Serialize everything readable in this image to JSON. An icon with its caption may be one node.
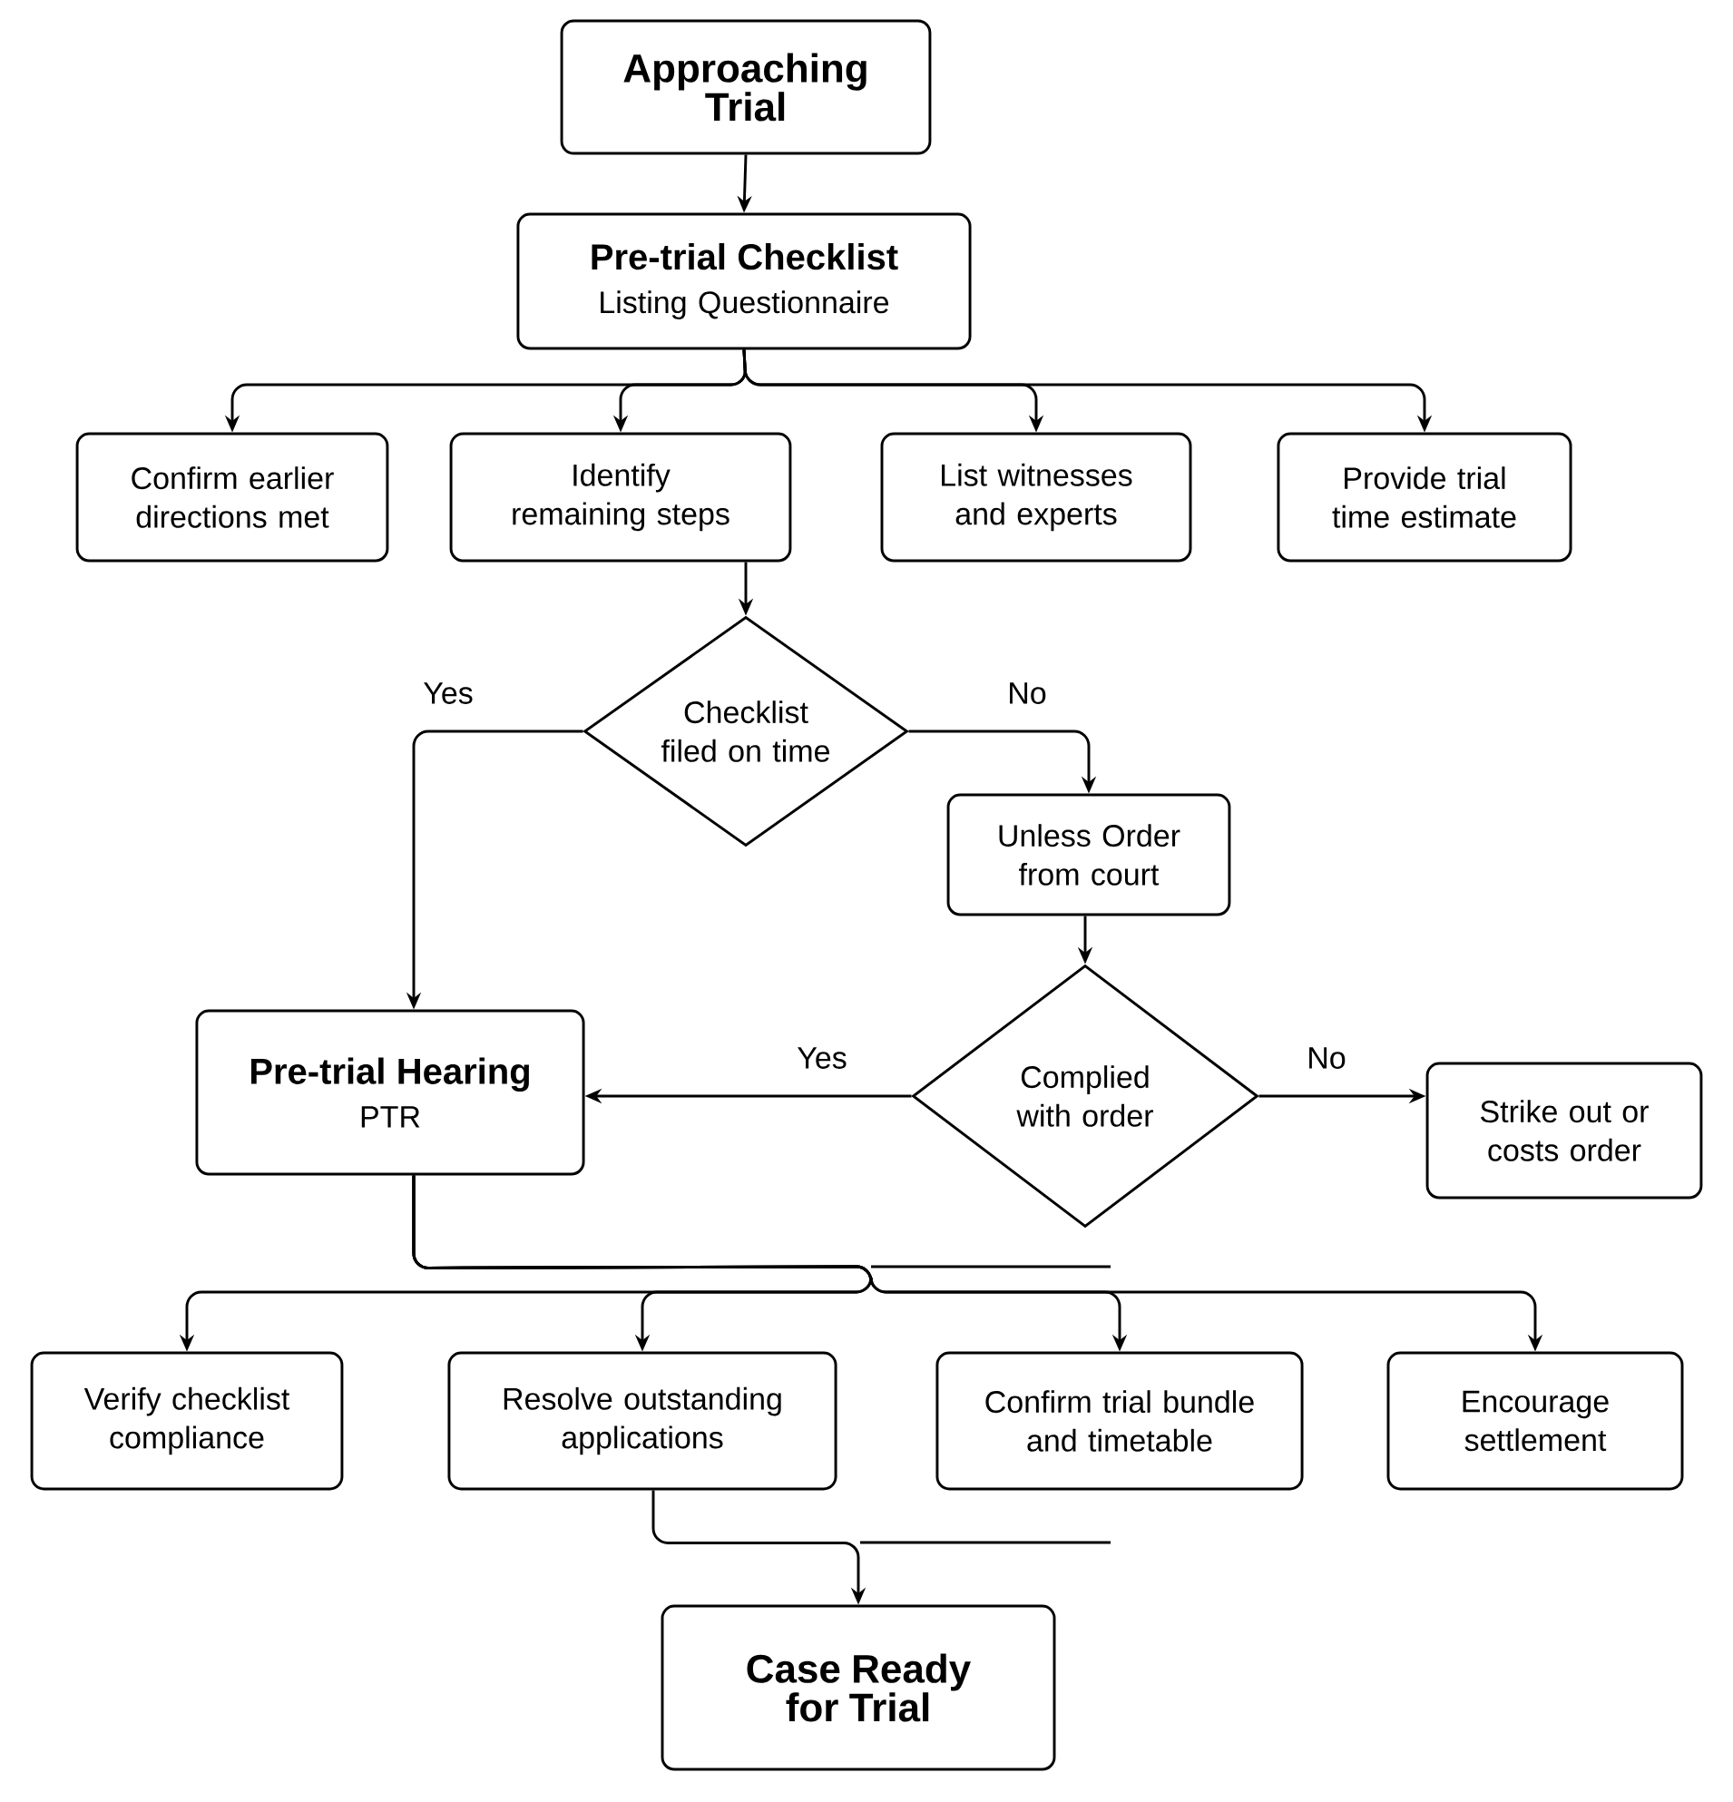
{
  "diagram": {
    "nodes": [
      {
        "text": [
          "Approaching Trial"
        ]
      },
      {
        "text": [
          "Pre-trial Checklist",
          "Listing Questionnaire"
        ]
      },
      {
        "text": [
          "Confirm earlier directions met"
        ]
      },
      {
        "text": [
          "Identify remaining steps"
        ]
      },
      {
        "text": [
          "List witnesses and experts"
        ]
      },
      {
        "text": [
          "Provide trial time estimate"
        ]
      },
      {
        "text": [
          "Checklist filed on time"
        ]
      },
      {
        "text": [
          "Unless Order from court"
        ]
      },
      {
        "text": [
          "Complied with order"
        ]
      },
      {
        "text": [
          "Pre-trial Hearing",
          "PTR"
        ]
      },
      {
        "text": [
          "Strike out or costs order"
        ]
      },
      {
        "text": [
          "Verify checklist compliance"
        ]
      },
      {
        "text": [
          "Resolve outstanding applications"
        ]
      },
      {
        "text": [
          "Confirm trial bundle and timetable"
        ]
      },
      {
        "text": [
          "Encourage settlement"
        ]
      },
      {
        "text": [
          "Case Ready for Trial"
        ]
      }
    ],
    "edges": [
      {
        "from": 0,
        "to": 1,
        "arrow": "to"
      },
      {
        "from": 1,
        "to": 2,
        "arrow": "to"
      },
      {
        "from": 1,
        "to": 3,
        "arrow": "to"
      },
      {
        "from": 1,
        "to": 4,
        "arrow": "to"
      },
      {
        "from": 1,
        "to": 5,
        "arrow": "to"
      },
      {
        "from": 3,
        "to": 6,
        "arrow": "to"
      },
      {
        "from": 6,
        "to": 9,
        "arrow": "to",
        "label": "Yes"
      },
      {
        "from": 6,
        "to": 7,
        "arrow": "to",
        "label": "No"
      },
      {
        "from": 7,
        "to": 8,
        "arrow": "to"
      },
      {
        "from": 8,
        "to": 9,
        "arrow": "to",
        "label": "Yes"
      },
      {
        "from": 8,
        "to": 10,
        "arrow": "to",
        "label": "No"
      },
      {
        "from": 9,
        "to": 11,
        "arrow": "to"
      },
      {
        "from": 9,
        "to": 12,
        "arrow": "to"
      },
      {
        "from": 9,
        "to": 13,
        "arrow": "to"
      },
      {
        "from": 9,
        "to": 14,
        "arrow": "to"
      },
      {
        "from": 12,
        "to": 15,
        "arrow": "to"
      }
    ]
  }
}
